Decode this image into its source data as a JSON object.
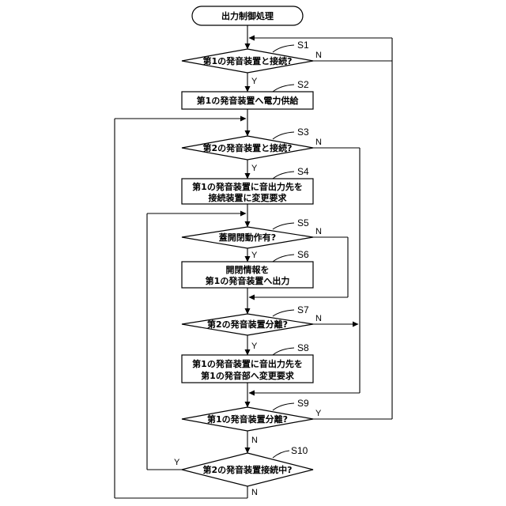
{
  "start": {
    "label": "出力制御処理"
  },
  "steps": {
    "s1": {
      "tag": "S1",
      "text": "第1の発音装置と接続?",
      "yes": "Y",
      "no": "N"
    },
    "s2": {
      "tag": "S2",
      "text": "第1の発音装置へ電力供給"
    },
    "s3": {
      "tag": "S3",
      "text": "第2の発音装置と接続?",
      "yes": "Y",
      "no": "N"
    },
    "s4": {
      "tag": "S4",
      "line1": "第1の発音装置に音出力先を",
      "line2": "接続装置に変更要求"
    },
    "s5": {
      "tag": "S5",
      "text": "蓋開閉動作有?",
      "yes": "Y",
      "no": "N"
    },
    "s6": {
      "tag": "S6",
      "line1": "開閉情報を",
      "line2": "第1の発音装置へ出力"
    },
    "s7": {
      "tag": "S7",
      "text": "第2の発音装置分離?",
      "yes": "Y",
      "no": "N"
    },
    "s8": {
      "tag": "S8",
      "line1": "第1の発音装置に音出力先を",
      "line2": "第1の発音部へ変更要求"
    },
    "s9": {
      "tag": "S9",
      "text": "第1の発音装置分離?",
      "yes": "Y",
      "no": "N"
    },
    "s10": {
      "tag": "S10",
      "text": "第2の発音装置接続中?",
      "yes": "Y",
      "no": "N"
    }
  }
}
